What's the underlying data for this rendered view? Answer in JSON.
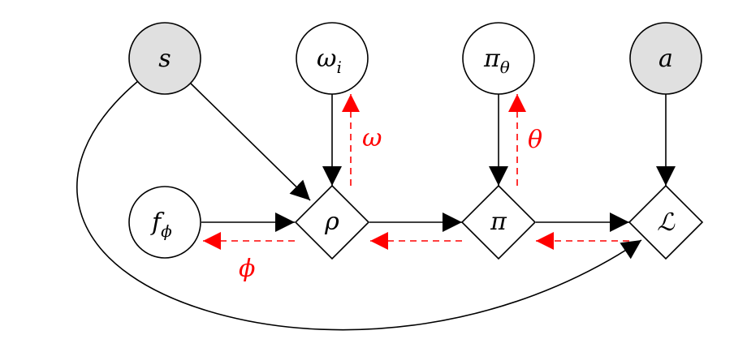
{
  "nodes": {
    "s": {
      "label": "s",
      "observed": true
    },
    "omega": {
      "label": "ω",
      "sub": "i",
      "observed": false
    },
    "pi_theta": {
      "label": "π",
      "sub": "θ",
      "observed": false
    },
    "a": {
      "label": "a",
      "observed": true
    },
    "f_phi": {
      "label": "f",
      "sub": "ϕ",
      "observed": false
    },
    "rho": {
      "label": "ρ",
      "kind": "deterministic"
    },
    "pi": {
      "label": "π",
      "kind": "deterministic"
    },
    "loss": {
      "label": "ℒ",
      "kind": "deterministic"
    }
  },
  "gradient_labels": {
    "omega": "ω",
    "theta": "θ",
    "phi": "ϕ"
  },
  "colors": {
    "observed_fill": "#e0e0e0",
    "node_fill": "#ffffff",
    "stroke": "#000000",
    "gradient": "#ff0000"
  }
}
